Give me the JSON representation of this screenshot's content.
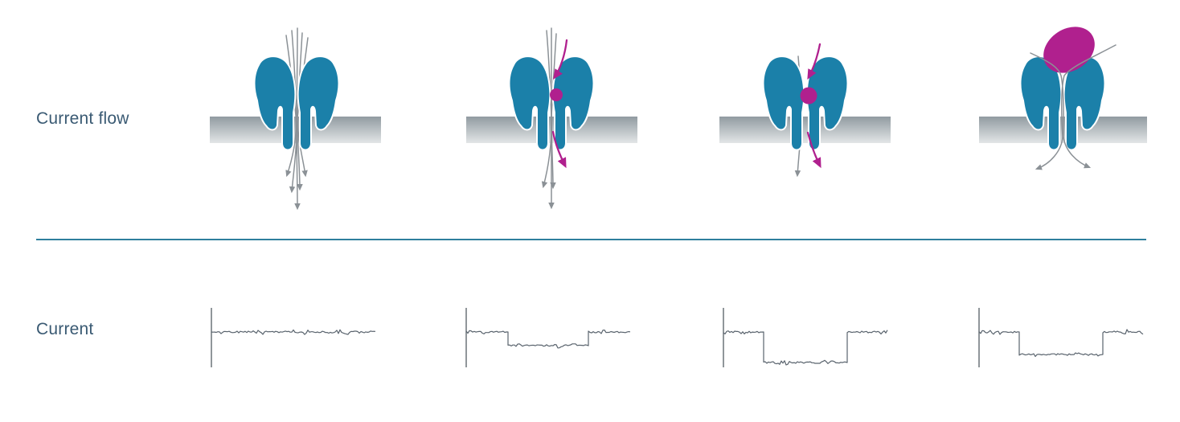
{
  "labels": {
    "row1": "Current flow",
    "row2": "Current"
  },
  "colors": {
    "background": "#ffffff",
    "label_text": "#3a5a73",
    "divider": "#2e7f9d",
    "pore": "#1b80a9",
    "analyte": "#b0208e",
    "membrane_top": "#919ba1",
    "membrane_bottom": "#e3e6e7",
    "flow_line": "#8b9196",
    "trace": "#59636d",
    "axis": "#6b7278"
  },
  "panels": [
    {
      "name": "open-pore",
      "analyte": "none",
      "flow_lines": 5,
      "trace": {
        "baseline": 0,
        "blockade_depth": 0,
        "blockade_start": 0,
        "blockade_end": 0,
        "seed": 11
      }
    },
    {
      "name": "analyte-approaching",
      "analyte": "small-dot",
      "flow_lines": 3,
      "trace": {
        "baseline": 0,
        "blockade_depth": 17,
        "blockade_start": 0.25,
        "blockade_end": 0.74,
        "seed": 27
      }
    },
    {
      "name": "analyte-in-pore",
      "analyte": "large-dot",
      "flow_lines": 1,
      "trace": {
        "baseline": 0,
        "blockade_depth": 38,
        "blockade_start": 0.24,
        "blockade_end": 0.75,
        "seed": 35
      }
    },
    {
      "name": "pore-blocked",
      "analyte": "blob",
      "flow_lines": 2,
      "trace": {
        "baseline": 0,
        "blockade_depth": 28,
        "blockade_start": 0.24,
        "blockade_end": 0.75,
        "seed": 46
      }
    }
  ]
}
